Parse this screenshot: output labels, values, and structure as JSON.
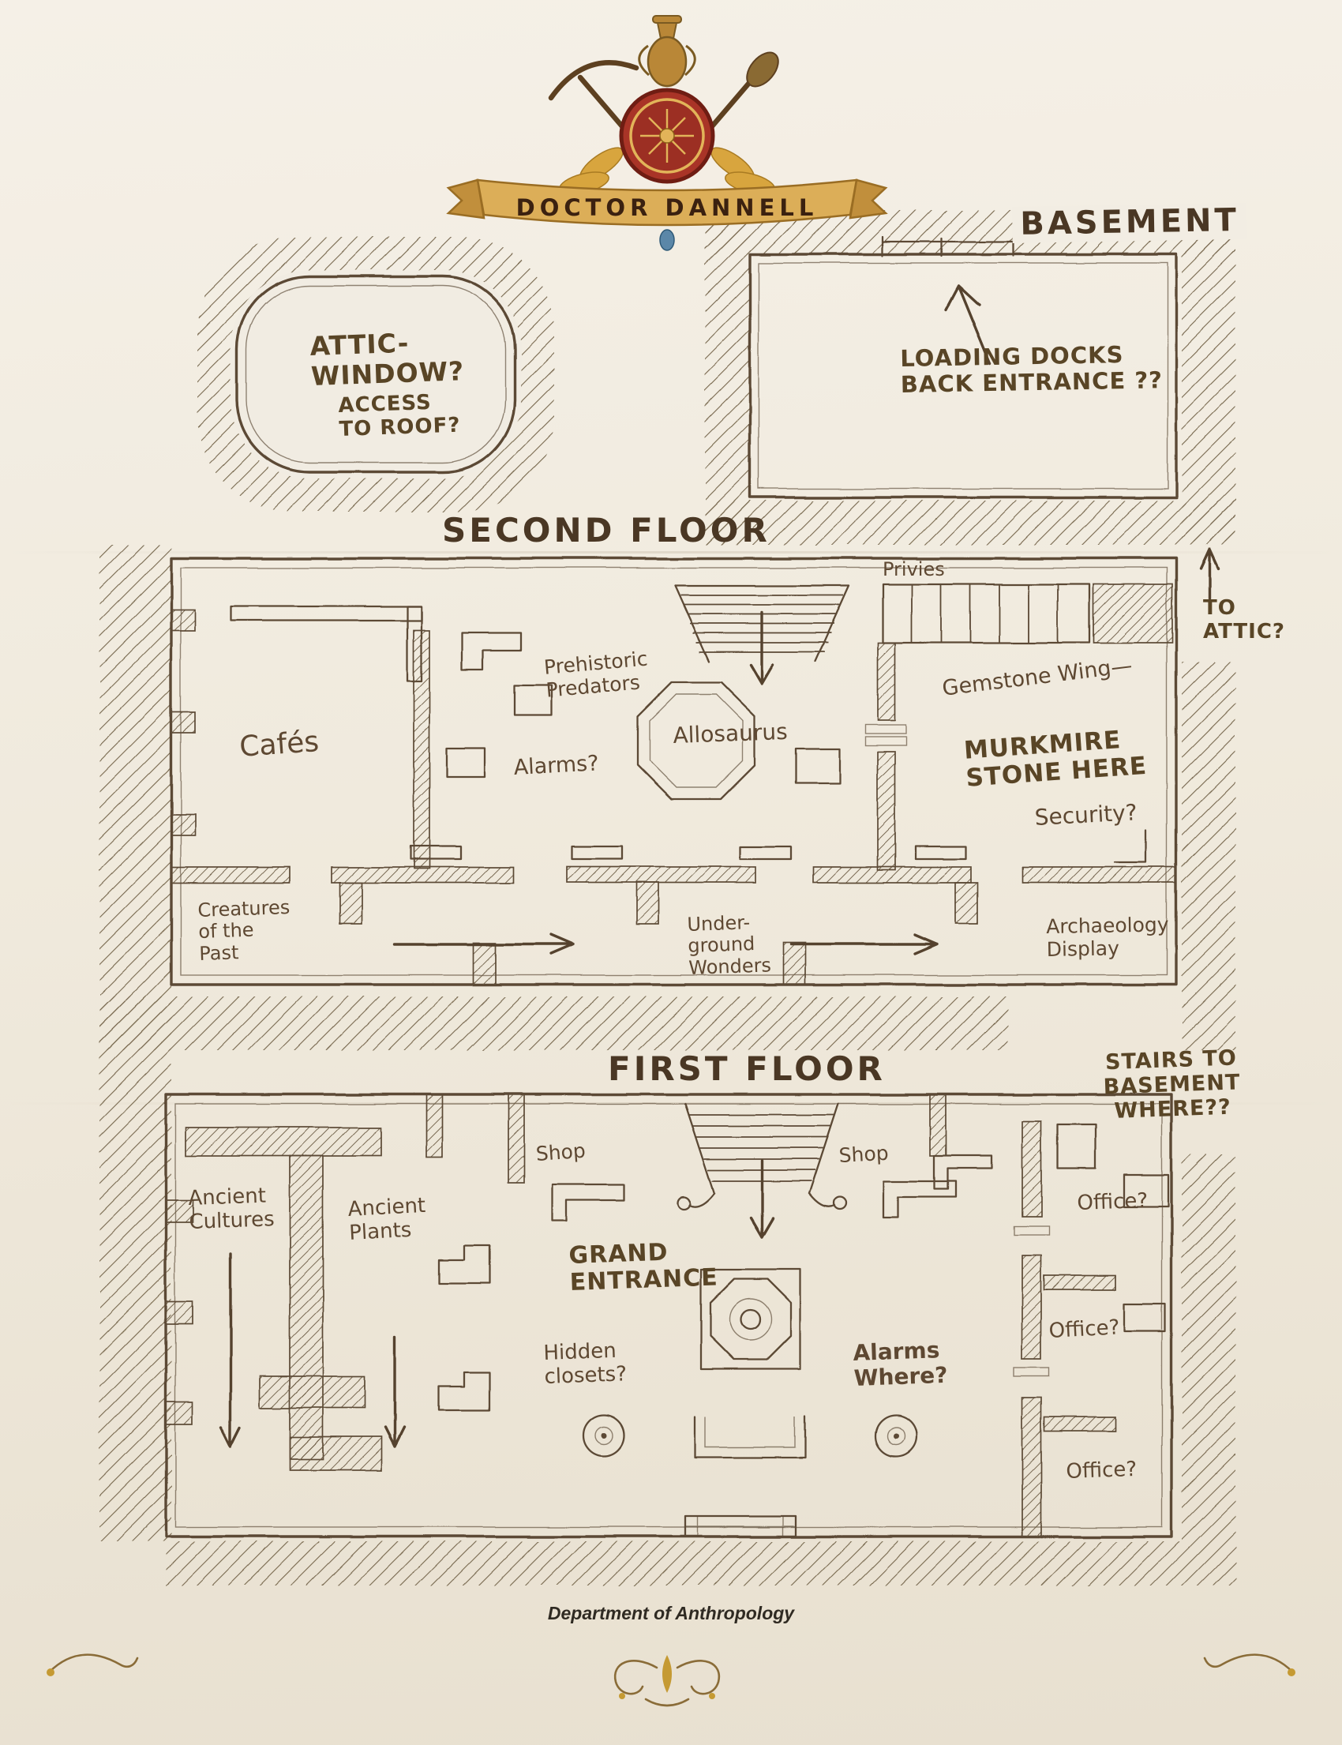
{
  "colors": {
    "paper": "#f1ece2",
    "ink": "#5b4936",
    "handwriting": "#5e4832",
    "crest_red": "#a93427",
    "crest_gold": "#d8a53e",
    "banner_tan": "#dcae58"
  },
  "crest": {
    "banner": "DOCTOR DANNELL"
  },
  "basement": {
    "title": "BASEMENT",
    "loading_note": "LOADING DOCKS\nBACK ENTRANCE ??"
  },
  "attic_blob": {
    "title": "ATTIC-\nWINDOW?",
    "subtitle": "ACCESS\nTO ROOF?"
  },
  "second_floor": {
    "title": "SECOND FLOOR",
    "to_attic": "TO\nATTIC?",
    "privies": "Privies",
    "cafes": "Cafés",
    "prehistoric": "Prehistoric\nPredators",
    "alarms": "Alarms?",
    "allosaurus": "Allosaurus",
    "gemstone_wing": "Gemstone Wing—",
    "murkmire": "MURKMIRE\nSTONE HERE",
    "security": "Security?",
    "creatures": "Creatures\nof the\nPast",
    "underground": "Under-\nground\nWonders",
    "archaeology": "Archaeology\nDisplay"
  },
  "first_floor": {
    "title": "FIRST FLOOR",
    "stairs_note": "STAIRS TO\nBASEMENT\nWHERE??",
    "shop_left": "Shop",
    "shop_right": "Shop",
    "ancient_cultures": "Ancient\nCultures",
    "ancient_plants": "Ancient\nPlants",
    "grand_entrance": "GRAND\nENTRANCE",
    "hidden_closets": "Hidden\nclosets?",
    "alarms_where": "Alarms\nWhere?",
    "office_top": "Office?",
    "office_middle": "Office?",
    "office_bottom": "Office?"
  },
  "footer": {
    "text": "Department of Anthropology"
  }
}
